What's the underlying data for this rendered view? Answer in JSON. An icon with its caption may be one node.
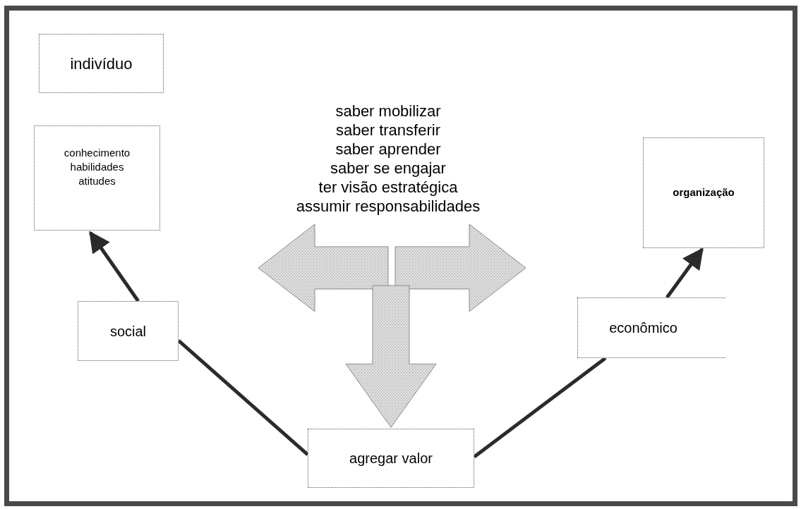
{
  "diagram": {
    "nodes": [
      {
        "text": [
          "indivíduo"
        ]
      },
      {
        "text": [
          "conhecimento",
          "habilidades",
          "atitudes"
        ]
      },
      {
        "text": [
          "saber mobilizar",
          "saber transferir",
          "saber aprender",
          "saber se engajar",
          "ter visão estratégica",
          "assumir responsabilidades"
        ]
      },
      {
        "text": [
          "organização"
        ]
      },
      {
        "text": [
          "social"
        ]
      },
      {
        "text": [
          "econômico"
        ]
      },
      {
        "text": [
          "agregar valor"
        ]
      }
    ],
    "edges": [
      {
        "from": 2,
        "to": null,
        "arrow": "to",
        "style": "thick"
      },
      {
        "from": 2,
        "to": null,
        "arrow": "to",
        "style": "thick"
      },
      {
        "from": 2,
        "to": 6,
        "arrow": "to",
        "style": "thick"
      },
      {
        "from": 6,
        "to": 4,
        "arrow": "none",
        "color": "#2b2b2b"
      },
      {
        "from": 4,
        "to": 1,
        "arrow": "to",
        "color": "#2b2b2b"
      },
      {
        "from": 6,
        "to": 5,
        "arrow": "none",
        "color": "#2b2b2b"
      },
      {
        "from": 5,
        "to": 3,
        "arrow": "to",
        "color": "#2b2b2b"
      }
    ]
  }
}
